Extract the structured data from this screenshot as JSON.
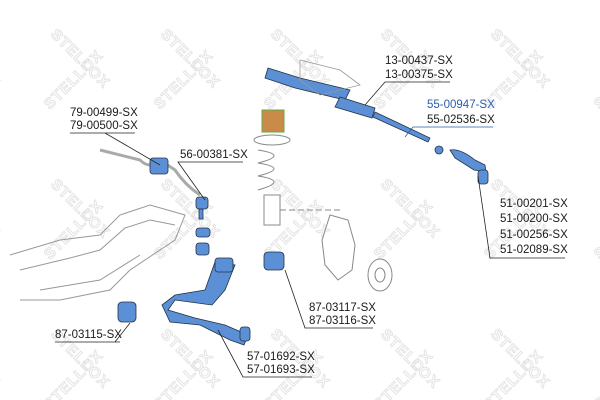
{
  "watermark": "STELLOX",
  "colors": {
    "part_blue": "#5b8fd6",
    "accent_label": "#2a5db0",
    "mount_orange": "#c98a4a"
  },
  "callouts": {
    "steering_rack": [
      "13-00437-SX",
      "13-00375-SX"
    ],
    "tie_rod": [
      "55-00947-SX",
      "55-02536-SX"
    ],
    "tie_rod_end": [
      "51-00201-SX",
      "51-00200-SX",
      "51-00256-SX",
      "51-02089-SX"
    ],
    "stabilizer_bush": [
      "79-00499-SX",
      "79-00500-SX"
    ],
    "stabilizer_link": [
      "56-00381-SX"
    ],
    "rear_arm_bush": [
      "87-03117-SX",
      "87-03116-SX"
    ],
    "front_arm_bush": [
      "87-03115-SX"
    ],
    "control_arm": [
      "57-01692-SX",
      "57-01693-SX"
    ]
  }
}
